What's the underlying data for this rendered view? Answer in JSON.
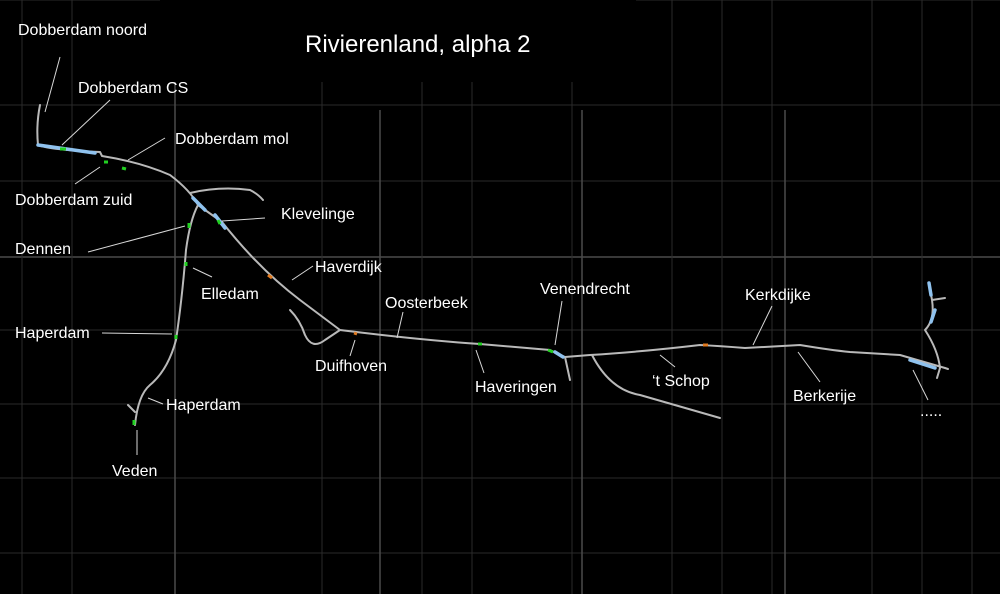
{
  "title": "Rivierenland, alpha 2",
  "colors": {
    "track": "#b9b9b9",
    "platform": "#8fc2ee",
    "signal_green": "#22d022",
    "signal_orange": "#e07a20",
    "background": "#000000"
  },
  "stations": {
    "dobberdam_noord": "Dobberdam noord",
    "dobberdam_cs": "Dobberdam CS",
    "dobberdam_mol": "Dobberdam mol",
    "dobberdam_zuid": "Dobberdam zuid",
    "klevelinge": "Klevelinge",
    "dennen": "Dennen",
    "haverdijk": "Haverdijk",
    "elledam": "Elledam",
    "oosterbeek": "Oosterbeek",
    "venendrecht": "Venendrecht",
    "kerkdijke": "Kerkdijke",
    "haperdam_1": "Haperdam",
    "duifhoven": "Duifhoven",
    "haveringen": "Haveringen",
    "t_schop": "‘t Schop",
    "berkerije": "Berkerije",
    "haperdam_2": "Haperdam",
    "veden": "Veden",
    "more": "....."
  }
}
